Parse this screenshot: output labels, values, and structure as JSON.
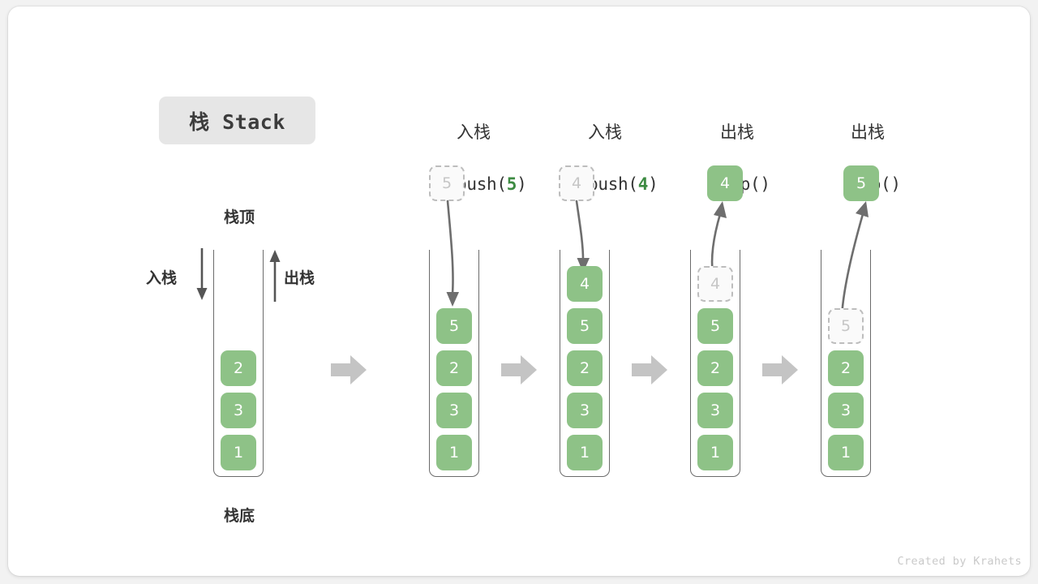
{
  "title": {
    "badge": "栈 Stack"
  },
  "left_diagram": {
    "top_label": "栈顶",
    "bottom_label": "栈底",
    "push_label": "入栈",
    "pop_label": "出栈",
    "cells": [
      "2",
      "3",
      "1"
    ]
  },
  "stages": [
    {
      "id": "push-5",
      "op_cn": "入栈",
      "op_fn": "push(",
      "op_arg": "5",
      "op_fn_end": ")",
      "floating": {
        "value": "5",
        "style": "ghost"
      },
      "arrow": "down",
      "cells": [
        "5",
        "2",
        "3",
        "1"
      ],
      "ghost_index": -1
    },
    {
      "id": "push-4",
      "op_cn": "入栈",
      "op_fn": "push(",
      "op_arg": "4",
      "op_fn_end": ")",
      "floating": {
        "value": "4",
        "style": "ghost"
      },
      "arrow": "down",
      "cells": [
        "4",
        "5",
        "2",
        "3",
        "1"
      ],
      "ghost_index": -1
    },
    {
      "id": "pop-1",
      "op_cn": "出栈",
      "op_fn": "pop(",
      "op_arg": "",
      "op_fn_end": ")",
      "floating": {
        "value": "4",
        "style": "solid"
      },
      "arrow": "up",
      "cells": [
        "4",
        "5",
        "2",
        "3",
        "1"
      ],
      "ghost_index": 0
    },
    {
      "id": "pop-2",
      "op_cn": "出栈",
      "op_fn": "pop(",
      "op_arg": "",
      "op_fn_end": ")",
      "floating": {
        "value": "5",
        "style": "solid"
      },
      "arrow": "up",
      "cells": [
        "5",
        "2",
        "3",
        "1"
      ],
      "ghost_index": 0
    }
  ],
  "colors": {
    "green": "#8ec287",
    "green_text": "#3d8b42",
    "gray_arrow": "#c4c4c4",
    "curve_arrow": "#6e6e6e",
    "ghost_border": "#bdbdbd",
    "badge_bg": "#e6e6e6"
  },
  "footer": {
    "credit": "Created by Krahets"
  }
}
